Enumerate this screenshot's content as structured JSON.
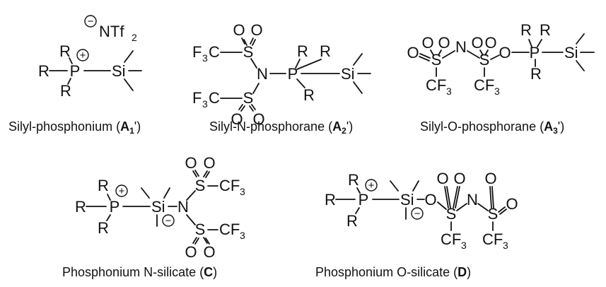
{
  "structures": [
    {
      "id": "A1",
      "caption": {
        "prefix": "Silyl-phosphonium (",
        "label": "A",
        "subscript": "1",
        "suffix": "')"
      }
    },
    {
      "id": "A2",
      "caption": {
        "prefix": "Silyl-N-phosphorane (",
        "label": "A",
        "subscript": "2",
        "suffix": "')"
      }
    },
    {
      "id": "A3",
      "caption": {
        "prefix": "Silyl-O-phosphorane (",
        "label": "A",
        "subscript": "3",
        "suffix": "')"
      }
    },
    {
      "id": "C",
      "caption": {
        "prefix": "Phosphonium N-silicate (",
        "label": "C",
        "suffix": ")"
      }
    },
    {
      "id": "D",
      "caption": {
        "prefix": "Phosphonium O-silicate (",
        "label": "D",
        "suffix": ")"
      }
    }
  ],
  "atoms": {
    "R": "R",
    "P": "P",
    "Si": "Si",
    "N": "N",
    "O": "O",
    "S": "S",
    "CF": "CF",
    "F": "F",
    "C": "C",
    "three": "3",
    "NTf": "NTf",
    "two": "2",
    "plus": "+",
    "minus": "−"
  }
}
